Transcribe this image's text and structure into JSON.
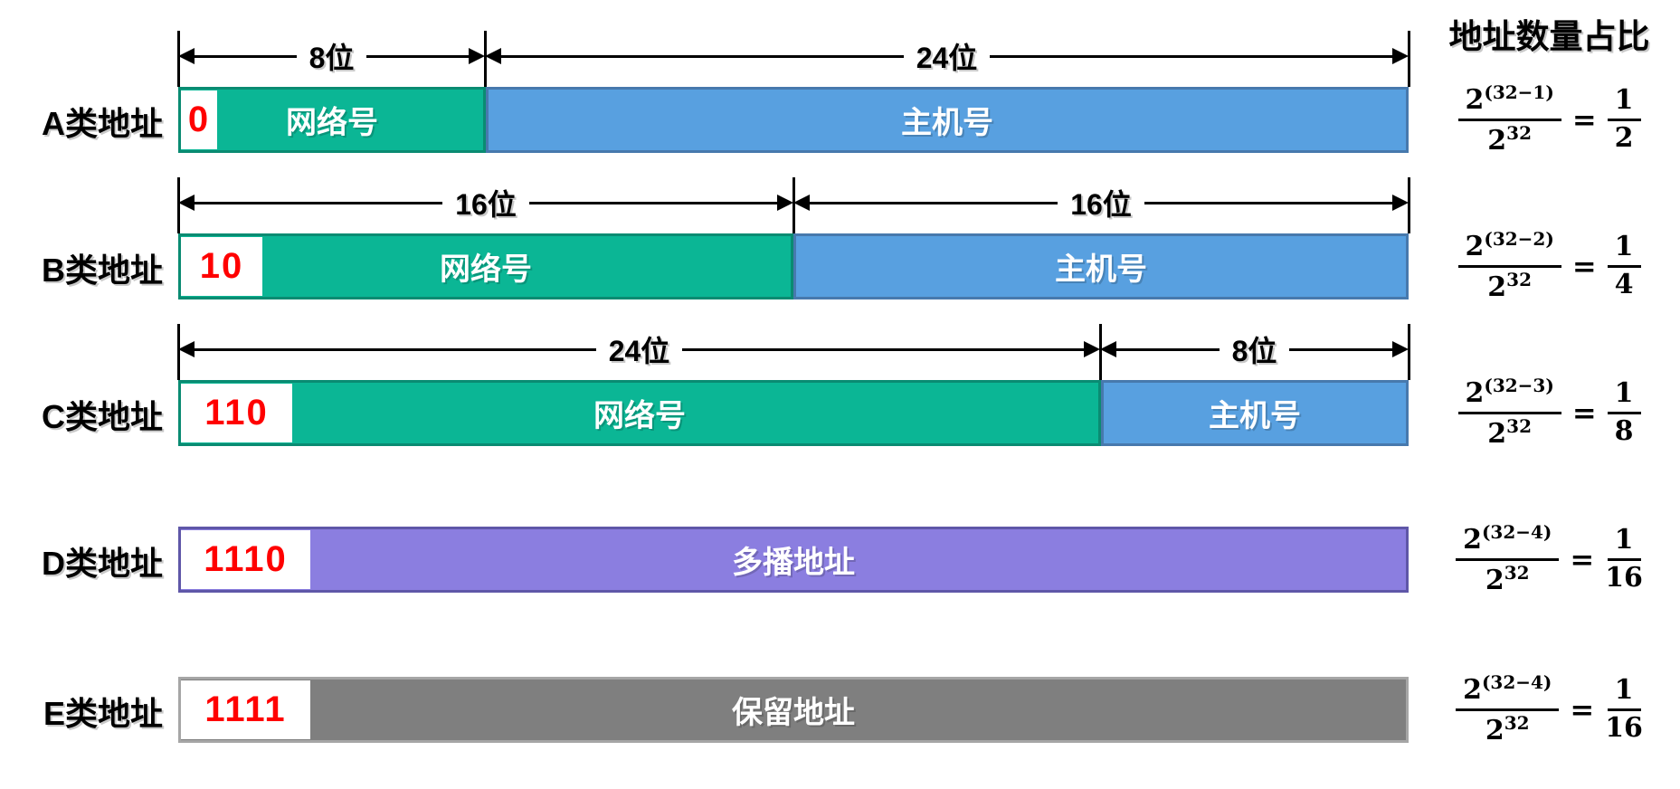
{
  "header": {
    "title": "地址数量占比"
  },
  "colors": {
    "network_green": "#0bb695",
    "network_green_border": "#0a8b72",
    "host_blue": "#58a0e0",
    "host_blue_border": "#4779ad",
    "multicast_purple": "#8b7ee0",
    "multicast_purple_border": "#5f57a8",
    "reserved_gray": "#7f7f7f",
    "reserved_gray_border": "#a6a6a6",
    "prefix_digit_red": "#ff0000",
    "text_black": "#000000",
    "bar_text_white": "#ffffff"
  },
  "rows": [
    {
      "label": "A类地址",
      "prefix_bits": "0",
      "segments": [
        {
          "name": "网络号"
        },
        {
          "name": "主机号"
        }
      ],
      "dims": [
        {
          "label": "8位"
        },
        {
          "label": "24位"
        }
      ],
      "formula": {
        "base": "2",
        "exponent": "(32−1)",
        "den_base": "2",
        "den_exponent": "32",
        "equals": "=",
        "result_num": "1",
        "result_den": "2"
      }
    },
    {
      "label": "B类地址",
      "prefix_bits": "10",
      "segments": [
        {
          "name": "网络号"
        },
        {
          "name": "主机号"
        }
      ],
      "dims": [
        {
          "label": "16位"
        },
        {
          "label": "16位"
        }
      ],
      "formula": {
        "base": "2",
        "exponent": "(32−2)",
        "den_base": "2",
        "den_exponent": "32",
        "equals": "=",
        "result_num": "1",
        "result_den": "4"
      }
    },
    {
      "label": "C类地址",
      "prefix_bits": "110",
      "segments": [
        {
          "name": "网络号"
        },
        {
          "name": "主机号"
        }
      ],
      "dims": [
        {
          "label": "24位"
        },
        {
          "label": "8位"
        }
      ],
      "formula": {
        "base": "2",
        "exponent": "(32−3)",
        "den_base": "2",
        "den_exponent": "32",
        "equals": "=",
        "result_num": "1",
        "result_den": "8"
      }
    },
    {
      "label": "D类地址",
      "prefix_bits": "1110",
      "segments": [
        {
          "name": "多播地址"
        }
      ],
      "dims": [],
      "formula": {
        "base": "2",
        "exponent": "(32−4)",
        "den_base": "2",
        "den_exponent": "32",
        "equals": "=",
        "result_num": "1",
        "result_den": "16"
      }
    },
    {
      "label": "E类地址",
      "prefix_bits": "1111",
      "segments": [
        {
          "name": "保留地址"
        }
      ],
      "dims": [],
      "formula": {
        "base": "2",
        "exponent": "(32−4)",
        "den_base": "2",
        "den_exponent": "32",
        "equals": "=",
        "result_num": "1",
        "result_den": "16"
      }
    }
  ]
}
